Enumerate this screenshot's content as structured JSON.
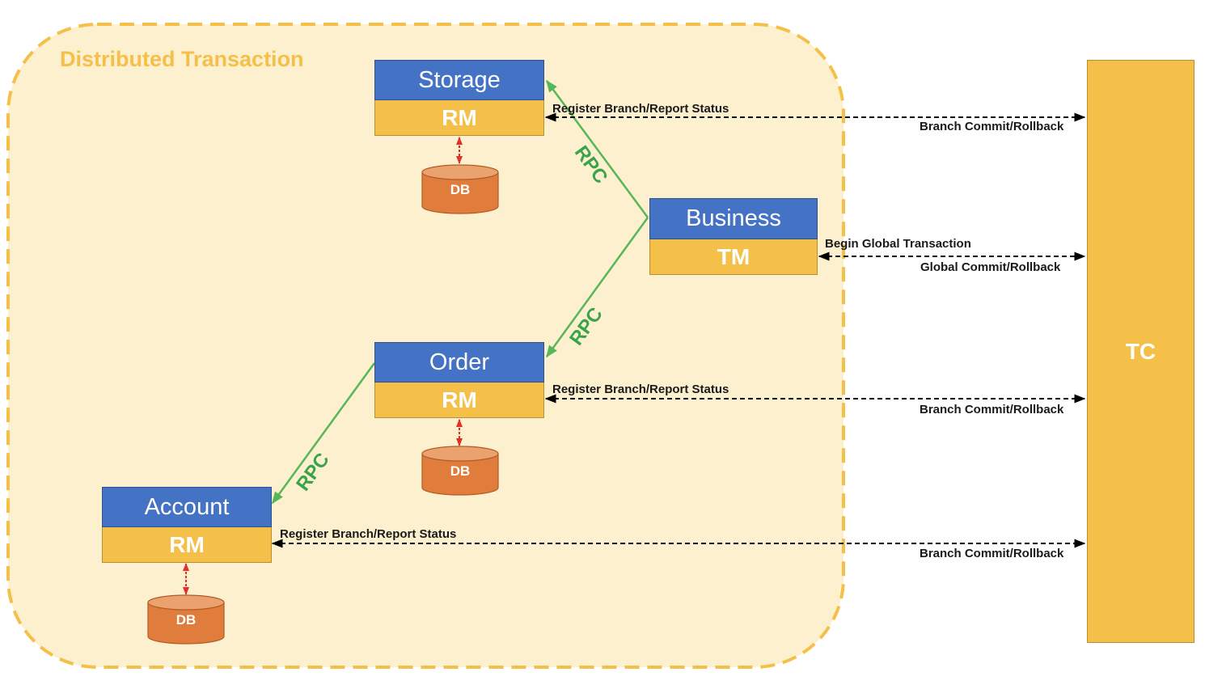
{
  "region": {
    "title": "Distributed Transaction"
  },
  "nodes": {
    "storage": {
      "name": "Storage",
      "role": "RM",
      "db": "DB"
    },
    "business": {
      "name": "Business",
      "role": "TM"
    },
    "order": {
      "name": "Order",
      "role": "RM",
      "db": "DB"
    },
    "account": {
      "name": "Account",
      "role": "RM",
      "db": "DB"
    },
    "tc": {
      "name": "TC"
    }
  },
  "edges": {
    "rpc_label": "RPC",
    "register_label": "Register Branch/Report Status",
    "branch_label": "Branch Commit/Rollback",
    "begin_label": "Begin Global Transaction",
    "global_label": "Global Commit/Rollback"
  },
  "colors": {
    "blue": "#4472c4",
    "yellow": "#f4c04a",
    "region_fill": "#fdf0cf",
    "region_border": "#f4c04a",
    "db": "#e07d3c",
    "rpc_green": "#56b65a",
    "db_link_red": "#e0302a"
  }
}
